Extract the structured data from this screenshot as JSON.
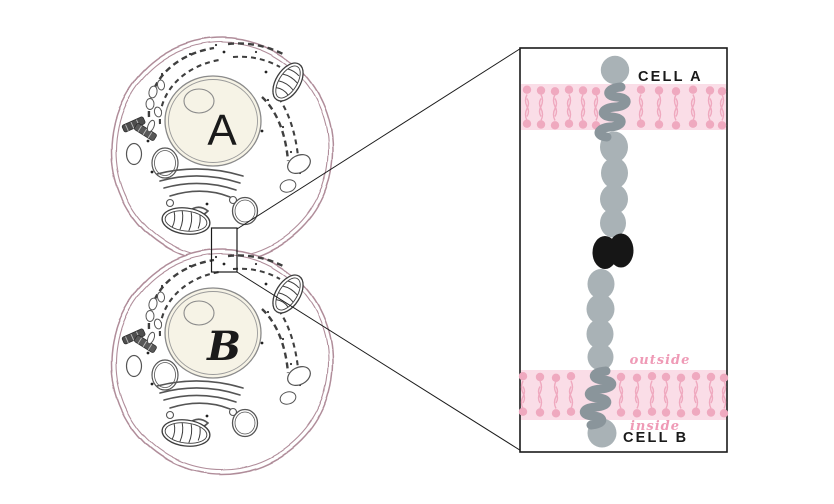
{
  "diagram": {
    "cells": [
      {
        "label": "A"
      },
      {
        "label": "B"
      }
    ],
    "inset": {
      "cell_a_label": "CELL A",
      "cell_b_label": "CELL B",
      "outside_label": "outside",
      "inside_label": "inside"
    },
    "colors": {
      "membrane_band_pink": "#fadde7",
      "lipid_head_pink": "#efa9bf",
      "protein_gray": "#a9b2b6",
      "protein_coil_gray": "#8a959b",
      "channel_black": "#161616",
      "cell_outline_rose": "#b08d9a",
      "pink_label_text": "#ef9ab6",
      "nucleus_fill": "#f6f3e6",
      "ink": "#1a1a1a"
    }
  }
}
